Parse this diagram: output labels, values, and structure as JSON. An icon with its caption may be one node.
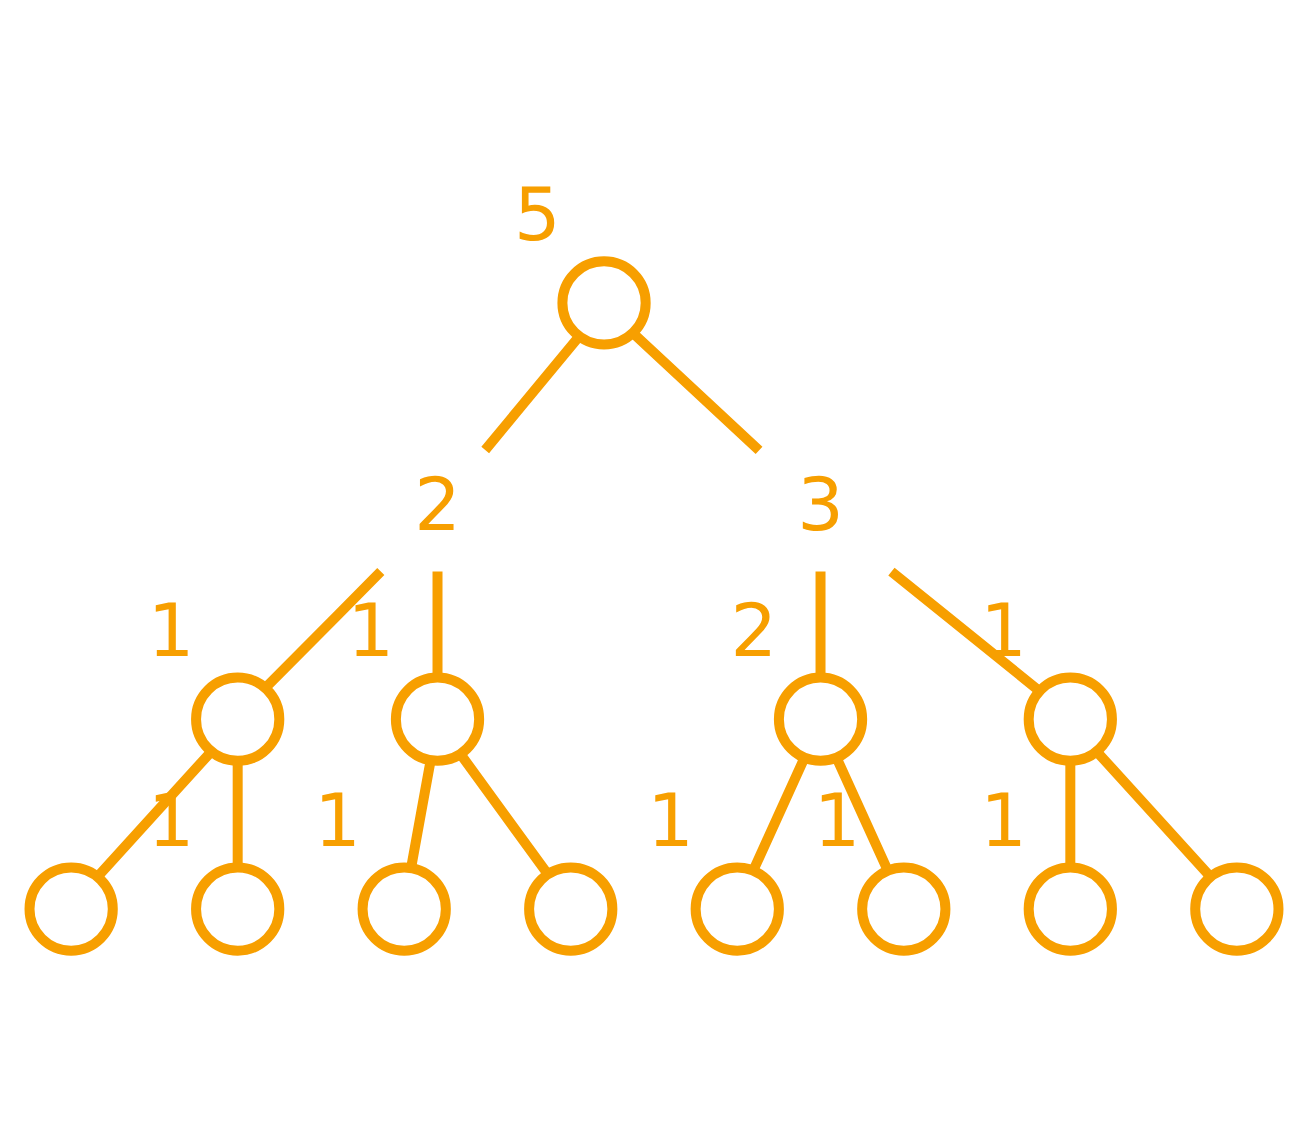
{
  "diagram": {
    "nodes": [
      {
        "text": [],
        "shape": "circle",
        "beside": [
          "5"
        ]
      },
      {
        "text": [
          "2"
        ]
      },
      {
        "text": [
          "3"
        ]
      },
      {
        "text": [],
        "shape": "circle",
        "beside": [
          "1"
        ]
      },
      {
        "text": [],
        "shape": "circle",
        "beside": [
          "1"
        ]
      },
      {
        "text": [],
        "shape": "circle",
        "beside": [
          "2"
        ]
      },
      {
        "text": [],
        "shape": "circle",
        "beside": [
          "1"
        ]
      },
      {
        "text": [],
        "shape": "circle"
      },
      {
        "text": [],
        "shape": "circle",
        "beside": [
          "1"
        ]
      },
      {
        "text": [],
        "shape": "circle",
        "beside": [
          "1"
        ]
      },
      {
        "text": [],
        "shape": "circle"
      },
      {
        "text": [],
        "shape": "circle",
        "beside": [
          "1"
        ]
      },
      {
        "text": [],
        "shape": "circle",
        "beside": [
          "1"
        ]
      },
      {
        "text": [],
        "shape": "circle",
        "beside": [
          "1"
        ]
      },
      {
        "text": [],
        "shape": "circle"
      }
    ],
    "edges": [
      {
        "from": 0,
        "to": 1,
        "arrow": "none"
      },
      {
        "from": 0,
        "to": 2,
        "arrow": "none"
      },
      {
        "from": 1,
        "to": 3,
        "arrow": "none"
      },
      {
        "from": 1,
        "to": 4,
        "arrow": "none"
      },
      {
        "from": 2,
        "to": 5,
        "arrow": "none"
      },
      {
        "from": 2,
        "to": 6,
        "arrow": "none"
      },
      {
        "from": 3,
        "to": 7,
        "arrow": "none"
      },
      {
        "from": 3,
        "to": 8,
        "arrow": "none"
      },
      {
        "from": 4,
        "to": 9,
        "arrow": "none"
      },
      {
        "from": 4,
        "to": 10,
        "arrow": "none"
      },
      {
        "from": 5,
        "to": 11,
        "arrow": "none"
      },
      {
        "from": 5,
        "to": 12,
        "arrow": "none"
      },
      {
        "from": 6,
        "to": 13,
        "arrow": "none"
      },
      {
        "from": 6,
        "to": 14,
        "arrow": "none"
      }
    ]
  }
}
